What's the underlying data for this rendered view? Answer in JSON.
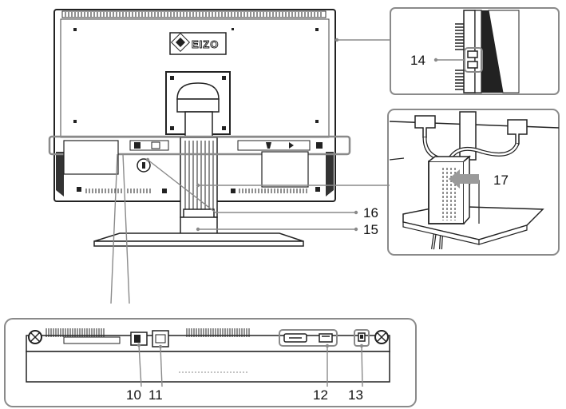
{
  "logo_text": "EIZO",
  "callouts": {
    "c10": "10",
    "c11": "11",
    "c12": "12",
    "c13": "13",
    "c14": "14",
    "c15": "15",
    "c16": "16",
    "c17": "17"
  }
}
